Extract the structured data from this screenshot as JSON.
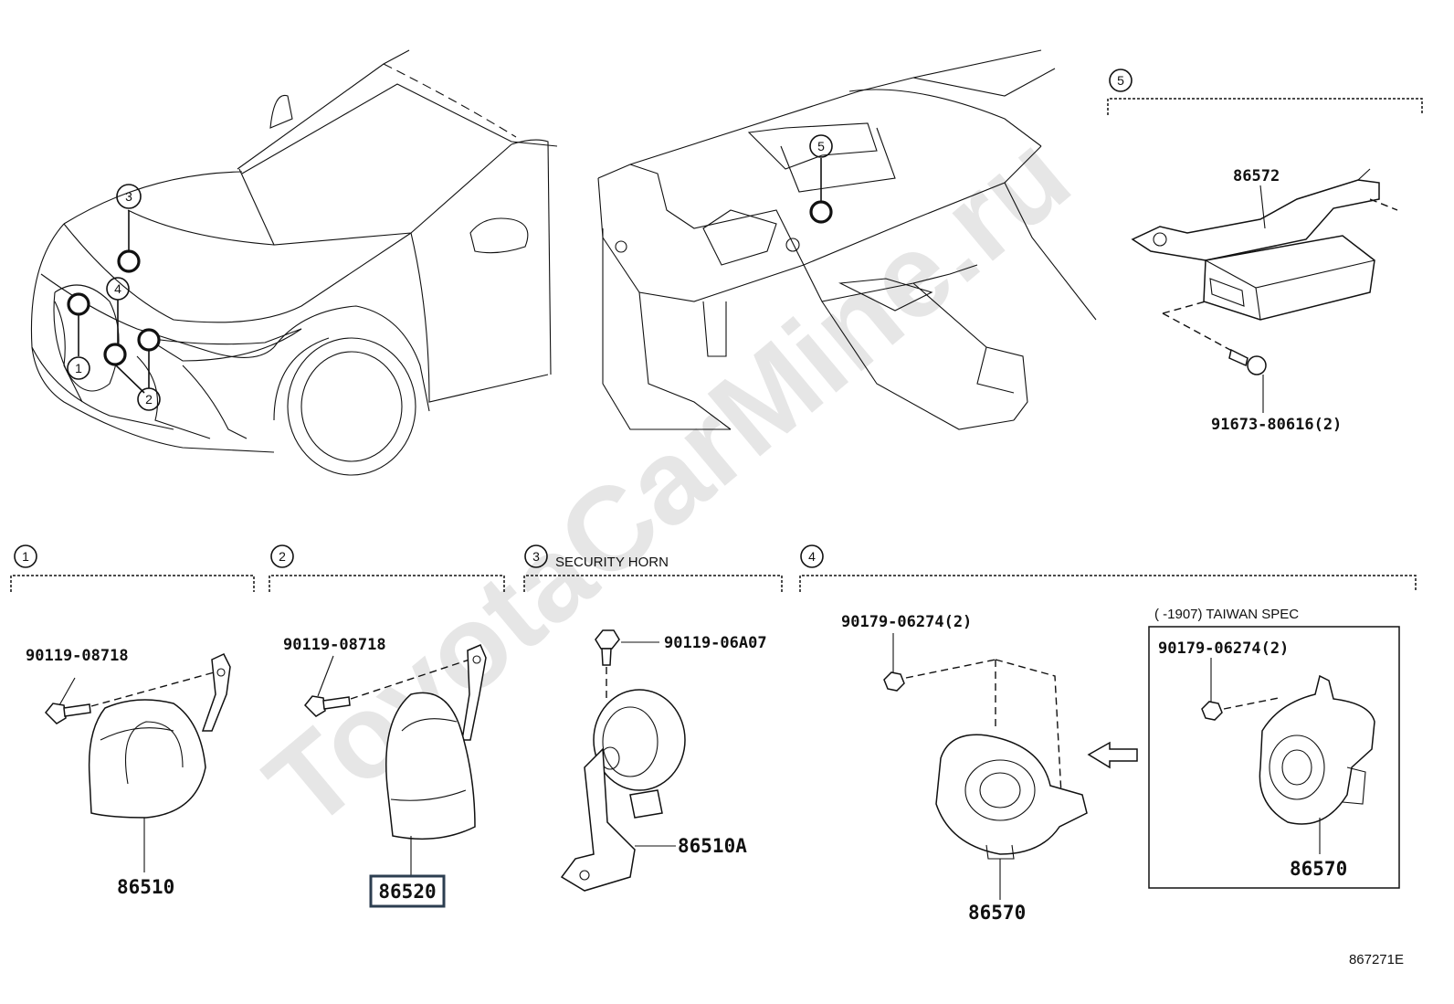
{
  "watermark": "ToyotaCarMine.ru",
  "diagram_code": "867271E",
  "sections": [
    {
      "marker": "1",
      "title": ""
    },
    {
      "marker": "2",
      "title": ""
    },
    {
      "marker": "3",
      "title": "SECURITY HORN"
    },
    {
      "marker": "4",
      "title": ""
    },
    {
      "marker": "5",
      "title": ""
    }
  ],
  "vehicle_callouts": [
    "3",
    "4",
    "1",
    "2",
    "5"
  ],
  "parts": {
    "s1": {
      "bolt": "90119-08718",
      "horn": "86510"
    },
    "s2": {
      "bolt": "90119-08718",
      "horn": "86520"
    },
    "s3": {
      "bolt": "90119-06A07",
      "horn": "86510A"
    },
    "s4": {
      "nut": "90179-06274(2)",
      "spiral": "86570",
      "inset_title": "(    -1907) TAIWAN SPEC",
      "inset_nut": "90179-06274(2)",
      "inset_spiral": "86570"
    },
    "s5": {
      "module": "86572",
      "bolt": "91673-80616(2)"
    }
  },
  "highlighted_part": "86520"
}
